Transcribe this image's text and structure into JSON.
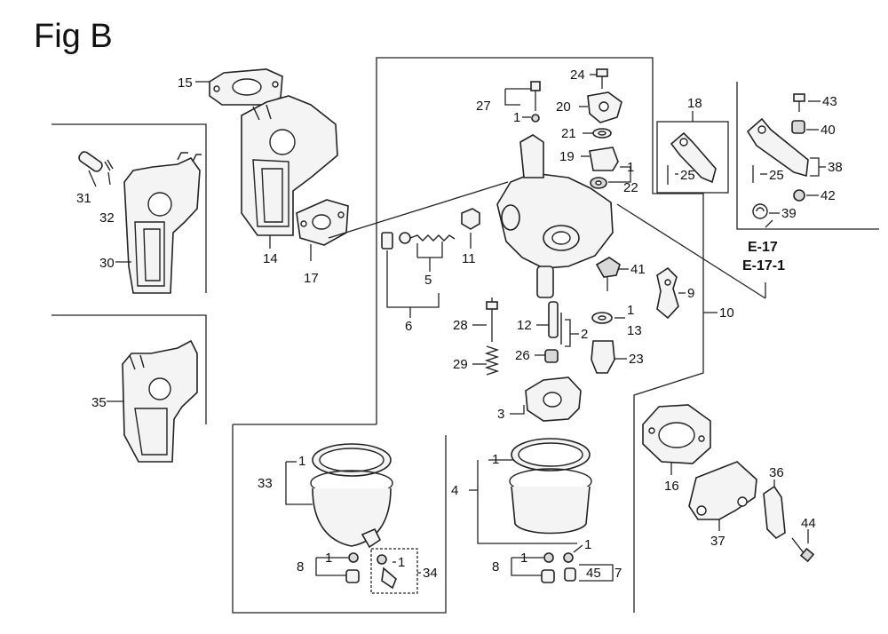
{
  "title": "Fig B",
  "references": [
    "E-17",
    "E-17-1"
  ],
  "labels": {
    "15": "15",
    "14": "14",
    "17": "17",
    "31": "31",
    "32": "32",
    "30": "30",
    "35": "35",
    "27": "27",
    "27q": "1",
    "24": "24",
    "20": "20",
    "21": "21",
    "19": "19",
    "22q": "1",
    "22": "22",
    "11": "11",
    "5": "5",
    "6": "6",
    "41": "41",
    "9": "9",
    "10": "10",
    "28": "28",
    "29": "29",
    "12": "12",
    "2": "2",
    "13q": "1",
    "13": "13",
    "26": "26",
    "23": "23",
    "3": "3",
    "18": "18",
    "25a": "25",
    "43": "43",
    "40": "40",
    "38": "38",
    "25b": "25",
    "42": "42",
    "39": "39",
    "33": "33",
    "33q": "1",
    "8a": "8",
    "8aq": "1",
    "34": "34",
    "34q": "1",
    "4": "4",
    "4q": "1",
    "8b": "8",
    "8bq": "1",
    "45": "45",
    "7": "7",
    "45q": "1",
    "16": "16",
    "36": "36",
    "44": "44",
    "37": "37"
  }
}
